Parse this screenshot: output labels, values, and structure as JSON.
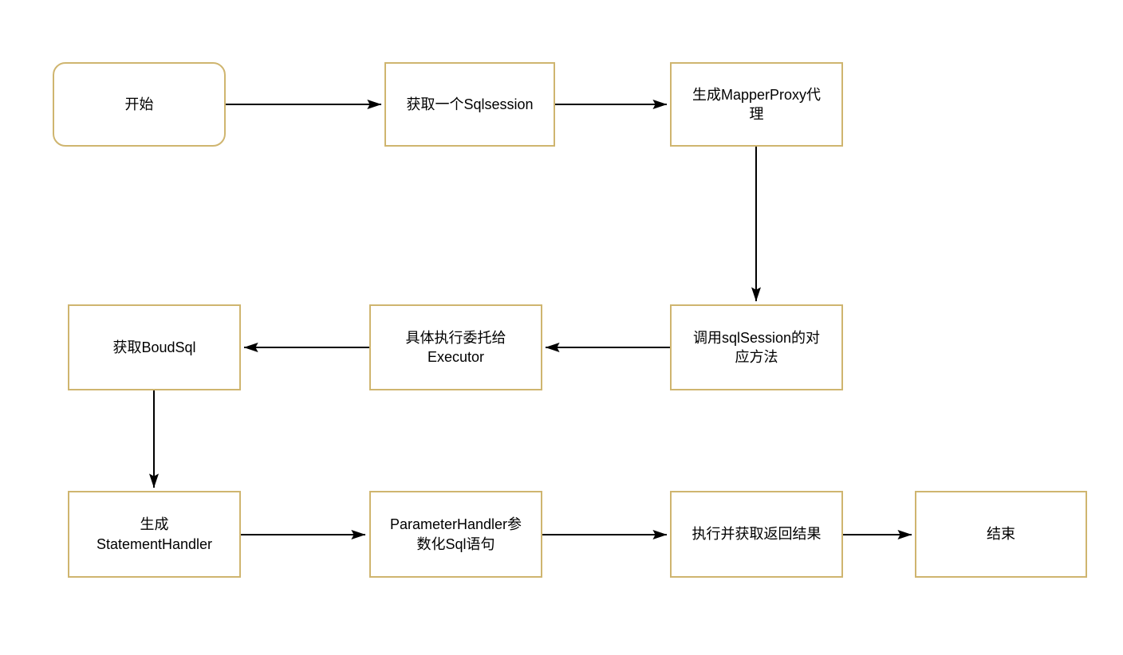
{
  "diagram": {
    "background_color": "#ffffff",
    "node_fill_color": "#ffffff",
    "node_border_color": "#cfb56f",
    "text_color": "#000000",
    "arrow_color": "#000000",
    "nodes": [
      {
        "id": "start",
        "shape": "rounded-rectangle",
        "label": "开始"
      },
      {
        "id": "get-sqlsession",
        "shape": "rectangle",
        "label": "获取一个Sqlsession"
      },
      {
        "id": "create-mapperproxy",
        "shape": "rectangle",
        "label": "生成MapperProxy代\n理"
      },
      {
        "id": "call-sqlsession-method",
        "shape": "rectangle",
        "label": "调用sqlSession的对\n应方法"
      },
      {
        "id": "delegate-executor",
        "shape": "rectangle",
        "label": "具体执行委托给\nExecutor"
      },
      {
        "id": "get-boudsql",
        "shape": "rectangle",
        "label": "获取BoudSql"
      },
      {
        "id": "create-statementhandler",
        "shape": "rectangle",
        "label": "生成\nStatementHandler"
      },
      {
        "id": "parameterhandler-parameterize-sql",
        "shape": "rectangle",
        "label": "ParameterHandler参\n数化Sql语句"
      },
      {
        "id": "execute-and-get-result",
        "shape": "rectangle",
        "label": "执行并获取返回结果"
      },
      {
        "id": "end",
        "shape": "rectangle",
        "label": "结束"
      }
    ],
    "edges": [
      {
        "from": "start",
        "to": "get-sqlsession",
        "direction": "right"
      },
      {
        "from": "get-sqlsession",
        "to": "create-mapperproxy",
        "direction": "right"
      },
      {
        "from": "create-mapperproxy",
        "to": "call-sqlsession-method",
        "direction": "down"
      },
      {
        "from": "call-sqlsession-method",
        "to": "delegate-executor",
        "direction": "left"
      },
      {
        "from": "delegate-executor",
        "to": "get-boudsql",
        "direction": "left"
      },
      {
        "from": "get-boudsql",
        "to": "create-statementhandler",
        "direction": "down"
      },
      {
        "from": "create-statementhandler",
        "to": "parameterhandler-parameterize-sql",
        "direction": "right"
      },
      {
        "from": "parameterhandler-parameterize-sql",
        "to": "execute-and-get-result",
        "direction": "right"
      },
      {
        "from": "execute-and-get-result",
        "to": "end",
        "direction": "right"
      }
    ]
  }
}
